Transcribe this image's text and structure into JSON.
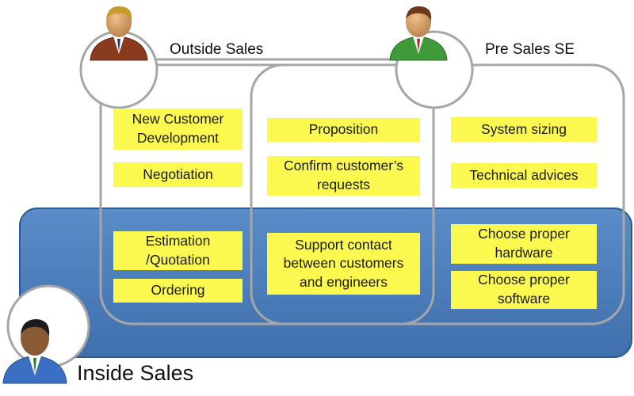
{
  "roles": {
    "outside_sales": "Outside Sales",
    "pre_sales": "Pre Sales SE",
    "inside_sales": "Inside Sales"
  },
  "tasks": {
    "outside": [
      "New Customer\nDevelopment",
      "Negotiation"
    ],
    "shared": [
      "Proposition",
      "Confirm customer’s\nrequests"
    ],
    "pre_sales": [
      "System sizing",
      "Technical advices"
    ],
    "inside_outside": [
      "Estimation\n/Quotation",
      "Ordering"
    ],
    "inside_shared": [
      "Support contact\nbetween customers\nand engineers"
    ],
    "inside_pre_sales": [
      "Choose proper\nhardware",
      "Choose proper\nsoftware"
    ]
  },
  "colors": {
    "inside_panel": "#4f81bd",
    "task_box": "#fbf84f",
    "outline": "#a6a6a6"
  }
}
